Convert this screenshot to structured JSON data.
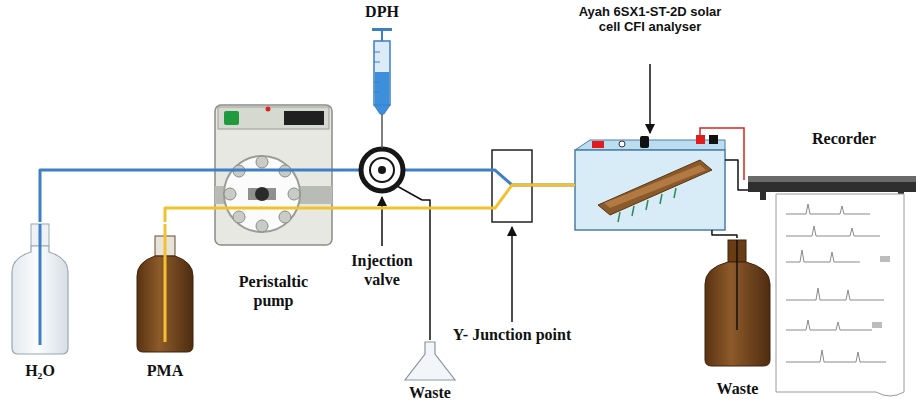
{
  "diagram": {
    "nodes": [
      {
        "text": [
          "H₂O"
        ]
      },
      {
        "text": [
          "PMA"
        ]
      },
      {
        "text": [
          "Peristaltic pump"
        ]
      },
      {
        "text": [
          "DPH"
        ]
      },
      {
        "text": [
          "Injection valve"
        ]
      },
      {
        "text": [
          "Waste"
        ]
      },
      {
        "text": [
          "Ayah 6SX1-ST-2D solar cell CFI analyser"
        ]
      },
      {
        "text": [
          "Recorder"
        ]
      },
      {
        "text": [
          "Waste"
        ]
      }
    ],
    "edges": [
      {
        "from": 0,
        "to": 2,
        "arrow": "none"
      },
      {
        "from": 1,
        "to": 2,
        "arrow": "none"
      },
      {
        "from": 2,
        "to": 4,
        "arrow": "none"
      },
      {
        "from": 3,
        "to": 4,
        "arrow": "none"
      },
      {
        "from": 4,
        "to": 5,
        "arrow": "none"
      },
      {
        "from": 4,
        "to": 6,
        "arrow": "none"
      },
      {
        "from": 2,
        "to": 6,
        "arrow": "none"
      },
      {
        "from": 6,
        "to": 7,
        "arrow": "none"
      },
      {
        "from": 6,
        "to": 8,
        "arrow": "none"
      }
    ],
    "labels": [
      "Y- Junction point"
    ]
  }
}
